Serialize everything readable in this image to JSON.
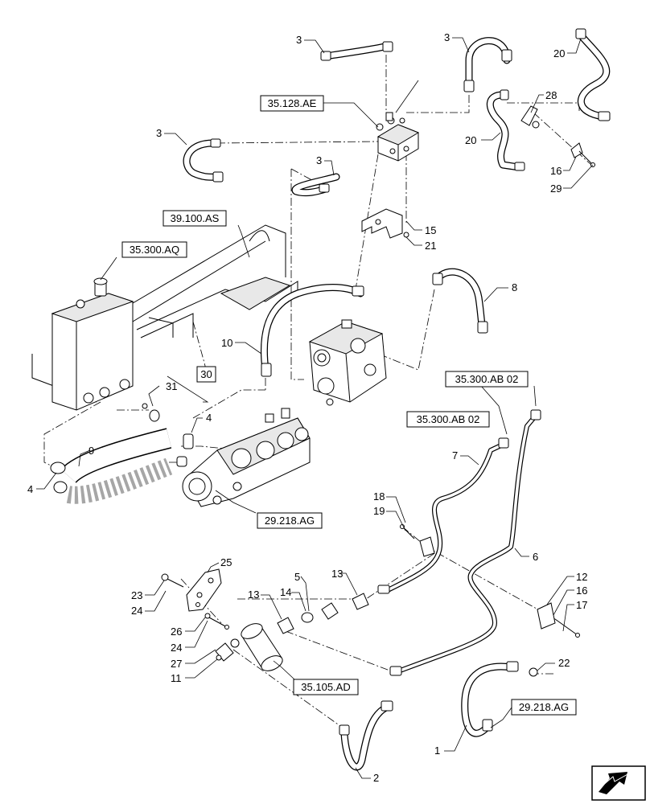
{
  "callouts": [
    {
      "id": "c3a",
      "text": "3"
    },
    {
      "id": "c3b",
      "text": "3"
    },
    {
      "id": "c20a",
      "text": "20"
    },
    {
      "id": "c28",
      "text": "28"
    },
    {
      "id": "c3c",
      "text": "3"
    },
    {
      "id": "c20b",
      "text": "20"
    },
    {
      "id": "c3d",
      "text": "3"
    },
    {
      "id": "c16a",
      "text": "16"
    },
    {
      "id": "c29",
      "text": "29"
    },
    {
      "id": "c15",
      "text": "15"
    },
    {
      "id": "c21",
      "text": "21"
    },
    {
      "id": "c8",
      "text": "8"
    },
    {
      "id": "c10",
      "text": "10"
    },
    {
      "id": "c31",
      "text": "31"
    },
    {
      "id": "c4a",
      "text": "4"
    },
    {
      "id": "c9",
      "text": "9"
    },
    {
      "id": "c4b",
      "text": "4"
    },
    {
      "id": "c7",
      "text": "7"
    },
    {
      "id": "c18",
      "text": "18"
    },
    {
      "id": "c19",
      "text": "19"
    },
    {
      "id": "c6",
      "text": "6"
    },
    {
      "id": "c25",
      "text": "25"
    },
    {
      "id": "c23",
      "text": "23"
    },
    {
      "id": "c24a",
      "text": "24"
    },
    {
      "id": "c5",
      "text": "5"
    },
    {
      "id": "c13a",
      "text": "13"
    },
    {
      "id": "c13b",
      "text": "13"
    },
    {
      "id": "c14",
      "text": "14"
    },
    {
      "id": "c12",
      "text": "12"
    },
    {
      "id": "c16b",
      "text": "16"
    },
    {
      "id": "c17",
      "text": "17"
    },
    {
      "id": "c26",
      "text": "26"
    },
    {
      "id": "c24b",
      "text": "24"
    },
    {
      "id": "c27",
      "text": "27"
    },
    {
      "id": "c11",
      "text": "11"
    },
    {
      "id": "c22",
      "text": "22"
    },
    {
      "id": "c1",
      "text": "1"
    },
    {
      "id": "c2",
      "text": "2"
    }
  ],
  "references": [
    {
      "id": "r_35128AE",
      "text": "35.128.AE"
    },
    {
      "id": "r_39100AS",
      "text": "39.100.AS"
    },
    {
      "id": "r_35300AQ",
      "text": "35.300.AQ"
    },
    {
      "id": "r_30",
      "text": "30"
    },
    {
      "id": "r_35300AB02a",
      "text": "35.300.AB 02"
    },
    {
      "id": "r_35300AB02b",
      "text": "35.300.AB 02"
    },
    {
      "id": "r_29218AGa",
      "text": "29.218.AG"
    },
    {
      "id": "r_35105AD",
      "text": "35.105.AD"
    },
    {
      "id": "r_29218AGb",
      "text": "29.218.AG"
    }
  ],
  "nav": {
    "icon": "next-page-arrow-icon"
  }
}
